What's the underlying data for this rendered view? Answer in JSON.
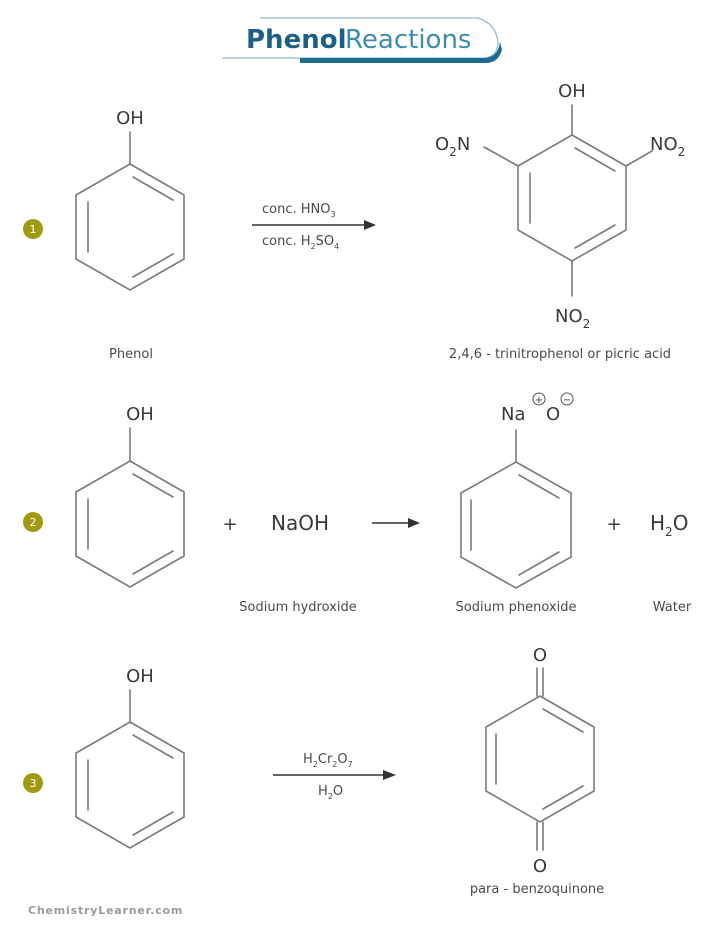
{
  "title": {
    "bold": "Phenol",
    "light": "Reactions"
  },
  "colors": {
    "title_dark": "#1d5f86",
    "title_light": "#3b8cb0",
    "badge": "#a09a12",
    "text": "#3a3a3a"
  },
  "reactions": [
    {
      "number": "1",
      "reactant": {
        "group": "OH",
        "name": "Phenol"
      },
      "reagent_top": {
        "base": "conc. HNO",
        "sub": "3"
      },
      "reagent_bottom": {
        "base": "conc. H",
        "sub1": "2",
        "mid": "SO",
        "sub2": "4"
      },
      "product": {
        "top": "OH",
        "left": {
          "o": "O",
          "sub": "2",
          "n": "N"
        },
        "right": {
          "no": "NO",
          "sub": "2"
        },
        "bottom": {
          "no": "NO",
          "sub": "2"
        },
        "name": "2,4,6 - trinitrophenol or picric acid"
      }
    },
    {
      "number": "2",
      "reactant": {
        "group": "OH"
      },
      "plus1": "+",
      "reagent": "NaOH",
      "reagent_name": "Sodium hydroxide",
      "product": {
        "na": "Na",
        "o": "O",
        "na_charge": "+",
        "o_charge": "−",
        "name": "Sodium phenoxide"
      },
      "plus2": "+",
      "byproduct": {
        "h": "H",
        "sub": "2",
        "o": "O",
        "name": "Water"
      }
    },
    {
      "number": "3",
      "reactant": {
        "group": "OH"
      },
      "reagent_top": {
        "h": "H",
        "s1": "2",
        "cr": "Cr",
        "s2": "2",
        "o": "O",
        "s3": "7"
      },
      "reagent_bottom": {
        "h": "H",
        "s1": "2",
        "o": "O"
      },
      "product": {
        "top": "O",
        "bottom": "O",
        "name": "para - benzoquinone"
      }
    }
  ],
  "footer": "ChemistryLearner.com"
}
